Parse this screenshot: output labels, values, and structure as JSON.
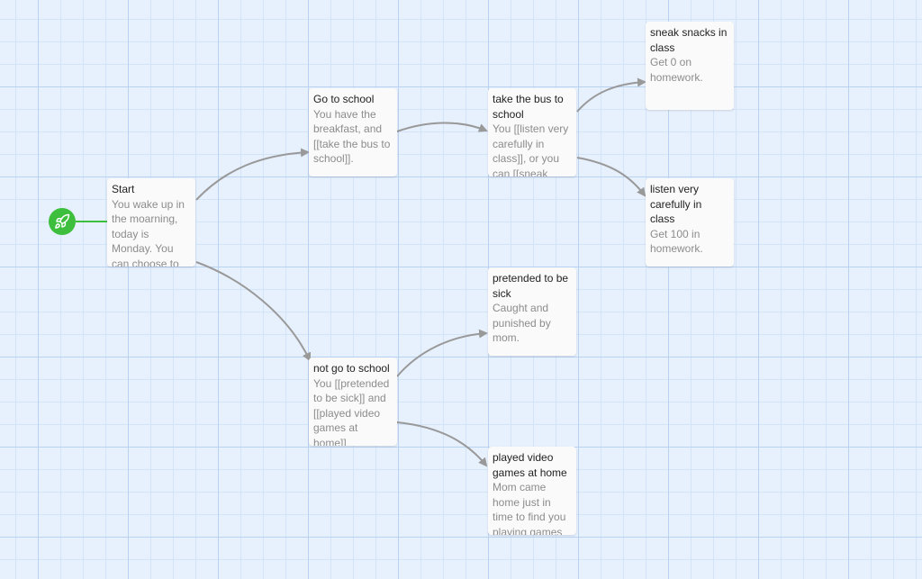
{
  "colors": {
    "canvas": "#e7f0fd",
    "grid_major": "#b9d2f1",
    "grid_minor": "#d3e3f8",
    "card": "#fafafa",
    "link_arrow": "#999999",
    "start_badge": "#3dbf3d"
  },
  "start_badge": {
    "icon": "rocket-icon"
  },
  "passages": {
    "start": {
      "title": "Start",
      "excerpt": "You wake up in the moarning, today is Monday. You can choose to"
    },
    "go_to_school": {
      "title": "Go to school",
      "excerpt": "You have the breakfast, and [[take the bus to school]]."
    },
    "take_the_bus": {
      "title": "take the bus to school",
      "excerpt": "You [[listen very carefully in class]], or you can [[sneak"
    },
    "sneak_snacks": {
      "title": "sneak snacks in class",
      "excerpt": "Get 0 on homework."
    },
    "listen_carefully": {
      "title": "listen very carefully in class",
      "excerpt": "Get 100 in homework."
    },
    "not_go_to_school": {
      "title": "not go to school",
      "excerpt": "You [[pretended to be sick]] and [[played video games at home]]"
    },
    "pretended_sick": {
      "title": "pretended to be sick",
      "excerpt": "Caught and punished by mom."
    },
    "played_video_games": {
      "title": "played video games at home",
      "excerpt": "Mom came home just in time to find you playing games"
    }
  },
  "links": [
    {
      "from": "start",
      "to": "go_to_school"
    },
    {
      "from": "start",
      "to": "not_go_to_school"
    },
    {
      "from": "go_to_school",
      "to": "take_the_bus"
    },
    {
      "from": "take_the_bus",
      "to": "sneak_snacks"
    },
    {
      "from": "take_the_bus",
      "to": "listen_carefully"
    },
    {
      "from": "not_go_to_school",
      "to": "pretended_sick"
    },
    {
      "from": "not_go_to_school",
      "to": "played_video_games"
    }
  ]
}
